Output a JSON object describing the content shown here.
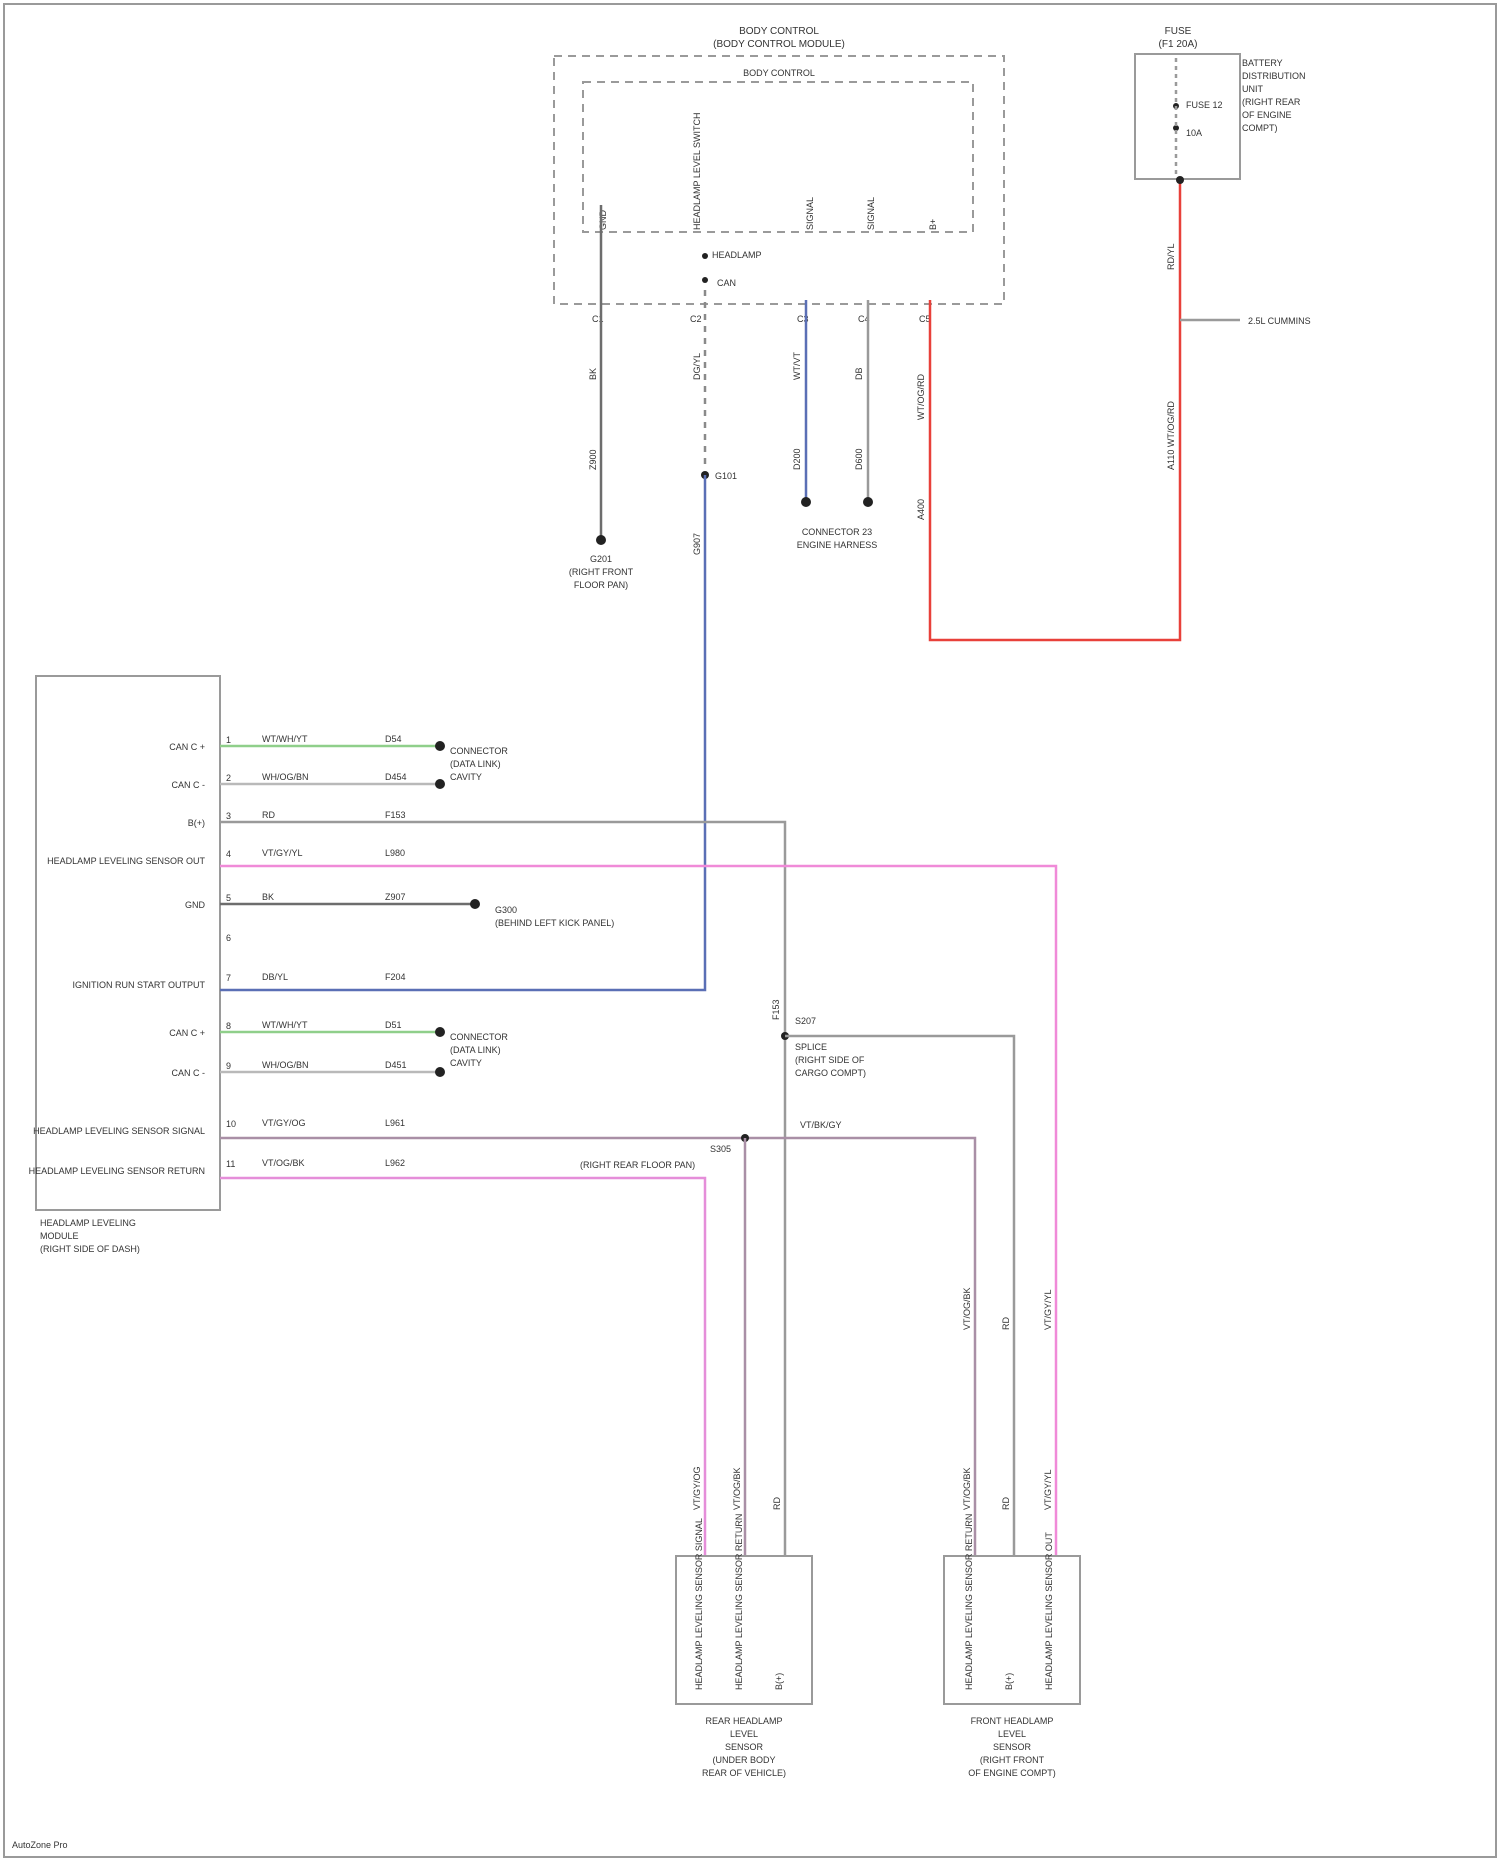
{
  "colors": {
    "ground": "#6d6d6d",
    "signal_blue": "#5a6fb5",
    "power_red": "#e8403a",
    "can_high": "#8fcf8a",
    "can_low": "#b9b9b9",
    "supply": "#9a9a9a",
    "sensor_pink": "#f08ad8",
    "sensor_mauve": "#a98fa6",
    "output_pink": "#e58ed9"
  },
  "icons": [
    "splice-dot",
    "connector-pin",
    "ground-symbol"
  ],
  "top_module": {
    "title": "BODY CONTROL",
    "subtitle": "(BODY CONTROL MODULE)",
    "inner": "BODY CONTROL",
    "pins": [
      "GND",
      "HEADLAMP LEVEL SWITCH",
      "SIGNAL",
      "SIGNAL",
      "B+"
    ],
    "switch_labels": [
      "HEADLAMP",
      "CAN"
    ],
    "connectors": [
      "C1",
      "C2",
      "C3",
      "C4",
      "C5"
    ],
    "wire_labels": [
      "BK",
      "DG/YL",
      "WT/VT",
      "DB",
      "WT/OG/RD"
    ],
    "circuit_labels": [
      "Z900",
      "G907",
      "D200",
      "D600",
      "A400"
    ],
    "splice_label": "G101",
    "ground_label": [
      "G201",
      "(RIGHT FRONT",
      "FLOOR PAN)"
    ],
    "conn_label": [
      "CONNECTOR 23",
      "ENGINE HARNESS"
    ]
  },
  "fuse_box": {
    "title": "FUSE",
    "subtitle": "(F1 20A)",
    "notes": [
      "BATTERY",
      "DISTRIBUTION",
      "UNIT",
      "(RIGHT REAR",
      "OF ENGINE",
      "COMPT)"
    ],
    "fuse_labels": [
      "FUSE 12",
      "10A"
    ],
    "wire_label": "RD/YL",
    "circuit": "A110 WT/OG/RD",
    "feed": "2.5L CUMMINS"
  },
  "left_module": {
    "title": [
      "HEADLAMP LEVELING",
      "MODULE",
      "(RIGHT SIDE OF DASH)"
    ],
    "pins": [
      {
        "label": "CAN C +",
        "num": "1",
        "wire": "WT/WH/YT",
        "circuit": "D54"
      },
      {
        "label": "CAN C -",
        "num": "2",
        "wire": "WH/OG/BN",
        "circuit": "D454"
      },
      {
        "label": "B(+)",
        "num": "3",
        "wire": "RD",
        "circuit": "F153"
      },
      {
        "label": "HEADLAMP LEVELING SENSOR OUT",
        "num": "4",
        "wire": "VT/GY/YL",
        "circuit": "L980"
      },
      {
        "label": "GND",
        "num": "5",
        "wire": "BK",
        "circuit": "Z907"
      },
      {
        "label": "",
        "num": "6",
        "wire": "",
        "circuit": ""
      },
      {
        "label": "IGNITION RUN START OUTPUT",
        "num": "7",
        "wire": "DB/YL",
        "circuit": "F204"
      },
      {
        "label": "CAN C +",
        "num": "8",
        "wire": "WT/WH/YT",
        "circuit": "D51"
      },
      {
        "label": "CAN C -",
        "num": "9",
        "wire": "WH/OG/BN",
        "circuit": "D451"
      },
      {
        "label": "HEADLAMP LEVELING SENSOR SIGNAL",
        "num": "10",
        "wire": "VT/GY/OG",
        "circuit": "L961"
      },
      {
        "label": "HEADLAMP LEVELING SENSOR RETURN",
        "num": "11",
        "wire": "VT/OG/BK",
        "circuit": "L962"
      }
    ],
    "can_labels": [
      "CONNECTOR",
      "(DATA LINK)",
      "CAVITY"
    ],
    "ground_label": [
      "G300",
      "(BEHIND LEFT KICK PANEL)"
    ]
  },
  "splices": [
    {
      "name": "S207",
      "lines": [
        "SPLICE",
        "(RIGHT SIDE OF",
        "CARGO COMPT)"
      ]
    },
    {
      "name": "S305",
      "lines": [
        "(RIGHT REAR FLOOR PAN)"
      ]
    }
  ],
  "wire_tags": {
    "mid_vertical": "F153",
    "return_mid": "VT/BK/GY",
    "rear_sensor_wires": [
      "VT/GY/OG",
      "VT/OG/BK",
      "RD"
    ],
    "front_sensor_wires": [
      "VT/OG/BK",
      "RD",
      "VT/GY/YL"
    ]
  },
  "sensors": [
    {
      "pins": [
        "HEADLAMP LEVELING SENSOR SIGNAL",
        "HEADLAMP LEVELING SENSOR RETURN",
        "B(+)"
      ],
      "title": [
        "REAR HEADLAMP",
        "LEVEL",
        "SENSOR",
        "(UNDER BODY",
        "REAR OF VEHICLE)"
      ]
    },
    {
      "pins": [
        "HEADLAMP LEVELING SENSOR RETURN",
        "B(+)",
        "HEADLAMP LEVELING SENSOR OUT"
      ],
      "title": [
        "FRONT HEADLAMP",
        "LEVEL",
        "SENSOR",
        "(RIGHT FRONT",
        "OF ENGINE COMPT)"
      ]
    }
  ],
  "footer": "AutoZone Pro"
}
